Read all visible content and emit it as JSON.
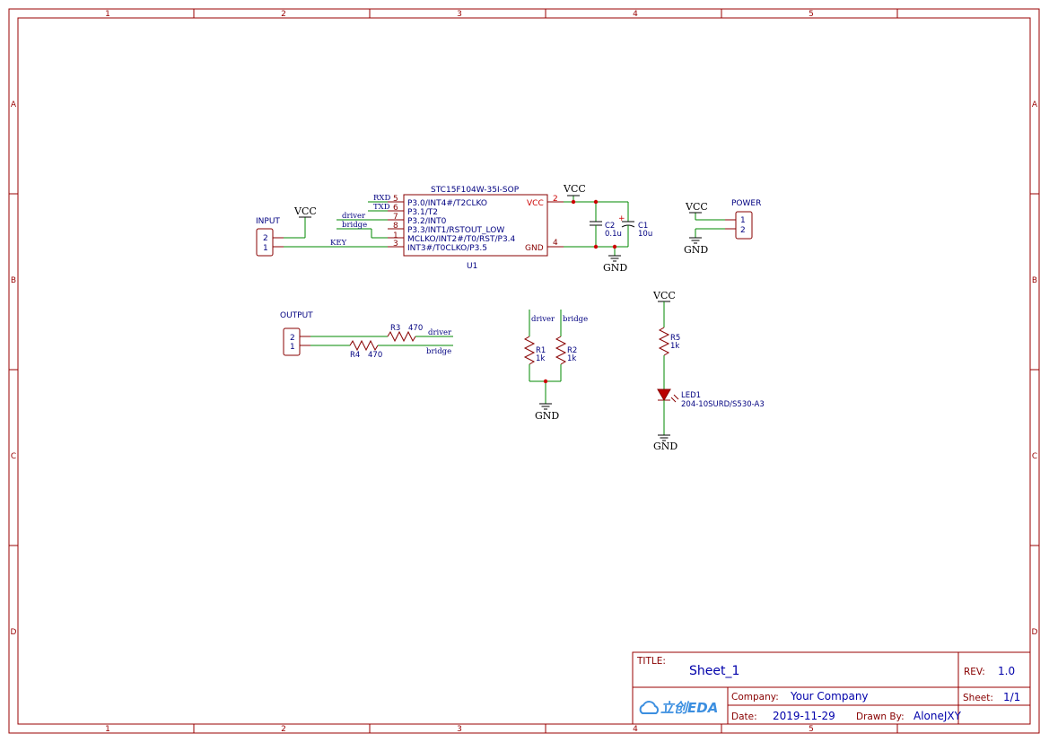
{
  "frame": {
    "columns": [
      "1",
      "2",
      "3",
      "4",
      "5"
    ],
    "rows": [
      "A",
      "B",
      "C",
      "D"
    ]
  },
  "chip": {
    "name": "STC15F104W-35I-SOP",
    "ref": "U1",
    "left_pins": [
      {
        "num": "5",
        "name": "P3.0/INT4#/T2CLKO",
        "net": "RXD"
      },
      {
        "num": "6",
        "name": "P3.1/T2",
        "net": "TXD"
      },
      {
        "num": "7",
        "name": "P3.2/INT0",
        "net": "driver"
      },
      {
        "num": "8",
        "name": "P3.3/INT1/RSTOUT_LOW",
        "net": "bridge"
      },
      {
        "num": "1",
        "name": "MCLKO/INT2#/T0/RST/P3.4",
        "net": ""
      },
      {
        "num": "3",
        "name": "INT3#/T0CLKO/P3.5",
        "net": "KEY"
      }
    ],
    "right_pins": [
      {
        "num": "2",
        "name": "VCC"
      },
      {
        "num": "4",
        "name": "GND"
      }
    ]
  },
  "power": {
    "vcc": "VCC",
    "gnd": "GND"
  },
  "capacitors": [
    {
      "ref": "C2",
      "value": "0.1u",
      "polar": false
    },
    {
      "ref": "C1",
      "value": "10u",
      "polar": true,
      "polarity_mark": "+"
    }
  ],
  "connectors": {
    "input": {
      "label": "INPUT",
      "pins": [
        "2",
        "1"
      ]
    },
    "power": {
      "label": "POWER",
      "pins": [
        "1",
        "2"
      ]
    },
    "output": {
      "label": "OUTPUT",
      "pins": [
        "2",
        "1"
      ]
    }
  },
  "output_resistors": [
    {
      "ref": "R3",
      "value": "470",
      "net": "driver"
    },
    {
      "ref": "R4",
      "value": "470",
      "net": "bridge"
    }
  ],
  "pulldowns": [
    {
      "ref": "R1",
      "value": "1k",
      "net": "driver"
    },
    {
      "ref": "R2",
      "value": "1k",
      "net": "bridge"
    }
  ],
  "led_circuit": {
    "resistor": {
      "ref": "R5",
      "value": "1k"
    },
    "led": {
      "ref": "LED1",
      "part": "204-10SURD/S530-A3"
    }
  },
  "title_block": {
    "title_label": "TITLE:",
    "title": "Sheet_1",
    "rev_label": "REV:",
    "rev": "1.0",
    "company_label": "Company:",
    "company": "Your Company",
    "sheet_label": "Sheet:",
    "sheet": "1/1",
    "date_label": "Date:",
    "date": "2019-11-29",
    "drawn_label": "Drawn By:",
    "drawn": "AloneJXY",
    "logo": "立创EDA"
  },
  "colors": {
    "frame": "#990000",
    "wire": "#008800",
    "text": "#000080",
    "junction": "#cc0000"
  }
}
